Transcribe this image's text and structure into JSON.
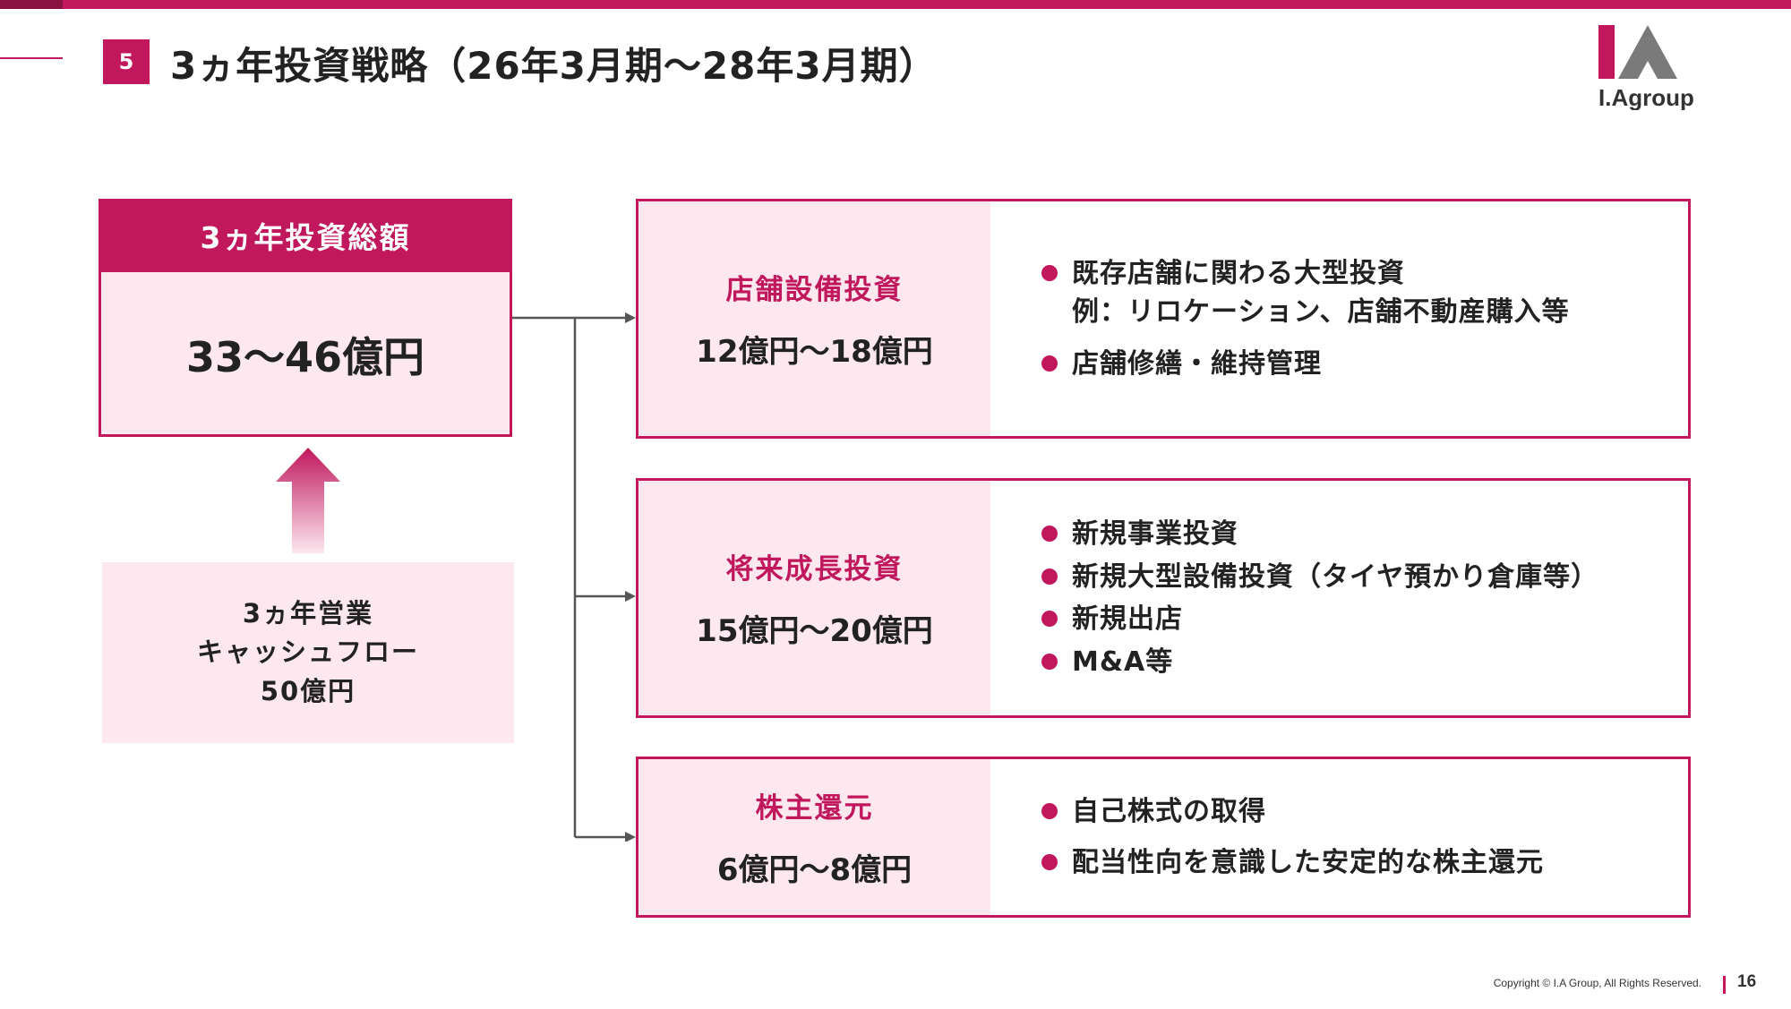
{
  "header": {
    "section_number": "5",
    "title": "3ヵ年投資戦略（26年3月期〜28年3月期）"
  },
  "logo": {
    "text": "I.Agroup"
  },
  "total": {
    "heading": "3ヵ年投資総額",
    "amount": "33〜46億円"
  },
  "cashflow": {
    "line1": "3ヵ年営業",
    "line2": "キャッシュフロー",
    "line3": "50億円"
  },
  "investments": [
    {
      "name": "店舗設備投資",
      "amount": "12億円〜18億円",
      "items": [
        "既存店舗に関わる大型投資\n例：リロケーション、店舗不動産購入等",
        "店舗修繕・維持管理"
      ]
    },
    {
      "name": "将来成長投資",
      "amount": "15億円〜20億円",
      "items": [
        "新規事業投資",
        "新規大型設備投資（タイヤ預かり倉庫等）",
        "新規出店",
        "M&A等"
      ]
    },
    {
      "name": "株主還元",
      "amount": "6億円〜8億円",
      "items": [
        "自己株式の取得",
        "配当性向を意識した安定的な株主還元"
      ]
    }
  ],
  "footer": {
    "copyright": "Copyright © I.A Group, All Rights Reserved.",
    "page_number": "16"
  },
  "colors": {
    "accent": "#c0175d",
    "panel_pink": "#fde8ef"
  }
}
